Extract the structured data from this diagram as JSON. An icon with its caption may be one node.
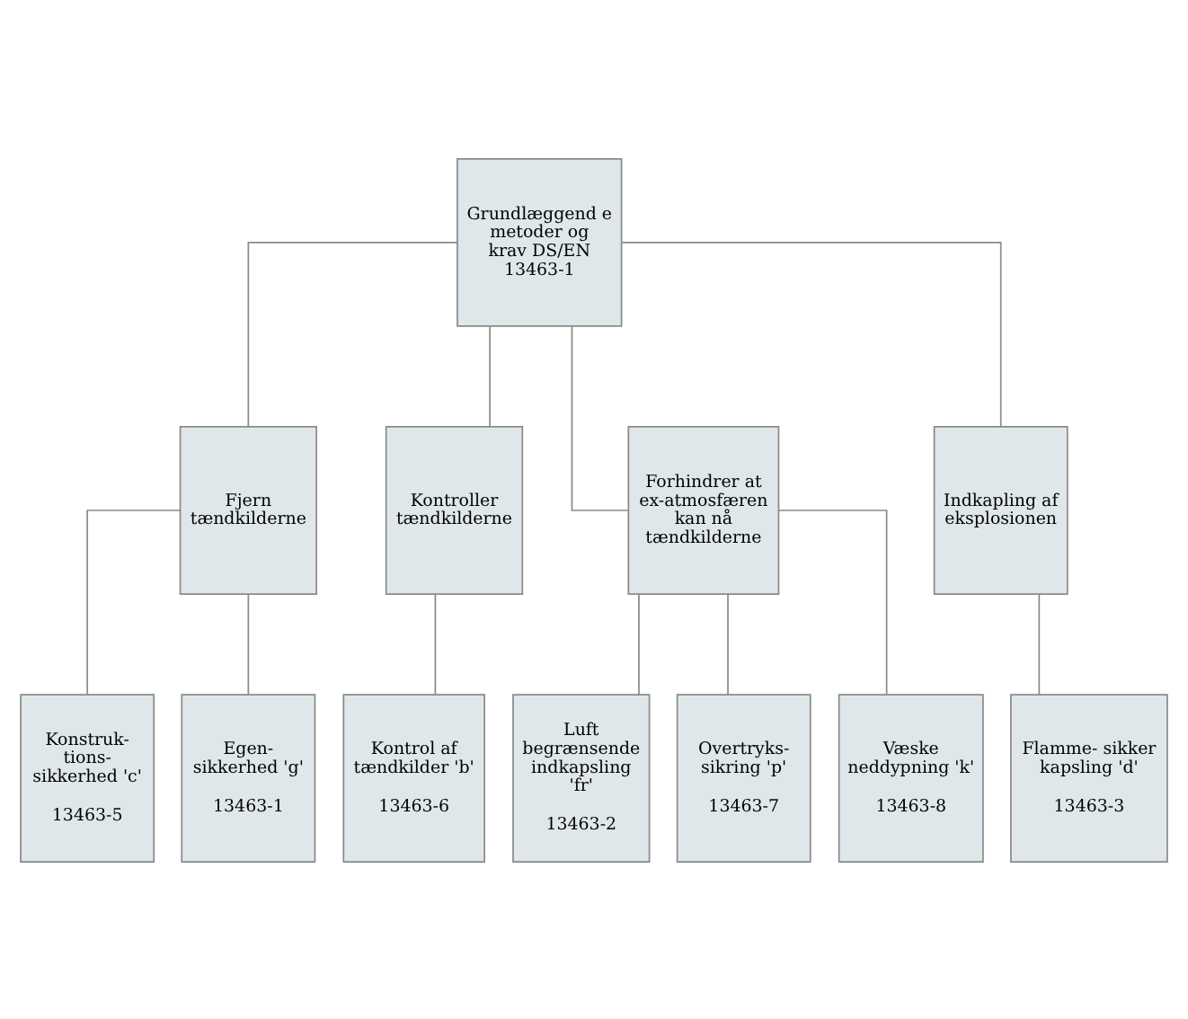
{
  "diagram": {
    "nodes": [
      {
        "text": [
          "Grundlæggend e metoder og krav DS/EN 13463-1"
        ]
      },
      {
        "text": [
          "Fjern tændkilderne"
        ]
      },
      {
        "text": [
          "Kontroller tændkilderne"
        ]
      },
      {
        "text": [
          "Forhindrer at ex-atmosfæren kan nå tændkilderne"
        ]
      },
      {
        "text": [
          "Indkapling af eksplosionen"
        ]
      },
      {
        "text": [
          "Konstruk- tions- sikkerhed 'c'",
          "13463-5"
        ]
      },
      {
        "text": [
          "Egen- sikkerhed 'g'",
          "13463-1"
        ]
      },
      {
        "text": [
          "Kontrol af tændkilder 'b'",
          "13463-6"
        ]
      },
      {
        "text": [
          "Luft begrænsende indkapsling 'fr'",
          "13463-2"
        ]
      },
      {
        "text": [
          "Overtryks- sikring 'p'",
          "13463-7"
        ]
      },
      {
        "text": [
          "Væske neddypning 'k'",
          "13463-8"
        ]
      },
      {
        "text": [
          "Flamme- sikker kapsling 'd'",
          "13463-3"
        ]
      }
    ],
    "edges": [
      {
        "from": 0,
        "to": 1,
        "arrow": "none"
      },
      {
        "from": 0,
        "to": 2,
        "arrow": "none"
      },
      {
        "from": 0,
        "to": 3,
        "arrow": "none"
      },
      {
        "from": 0,
        "to": 4,
        "arrow": "none"
      },
      {
        "from": 1,
        "to": 5,
        "arrow": "none"
      },
      {
        "from": 1,
        "to": 6,
        "arrow": "none"
      },
      {
        "from": 2,
        "to": 7,
        "arrow": "none"
      },
      {
        "from": 3,
        "to": 8,
        "arrow": "none"
      },
      {
        "from": 3,
        "to": 9,
        "arrow": "none"
      },
      {
        "from": 3,
        "to": 10,
        "arrow": "none"
      },
      {
        "from": 4,
        "to": 11,
        "arrow": "none"
      }
    ]
  }
}
